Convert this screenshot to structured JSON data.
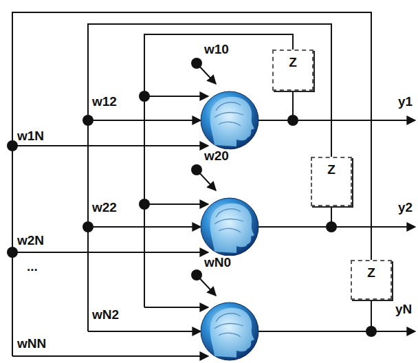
{
  "diagram": {
    "nodes": [
      {
        "text": [
          "Z"
        ]
      },
      {
        "text": [
          "Z"
        ]
      },
      {
        "text": [
          "Z"
        ]
      }
    ],
    "labels": [
      "w10",
      "w12",
      "w1N",
      "y1",
      "w20",
      "w22",
      "w2N",
      "...",
      "y2",
      "wN0",
      "wN2",
      "wNN",
      "yN"
    ]
  }
}
